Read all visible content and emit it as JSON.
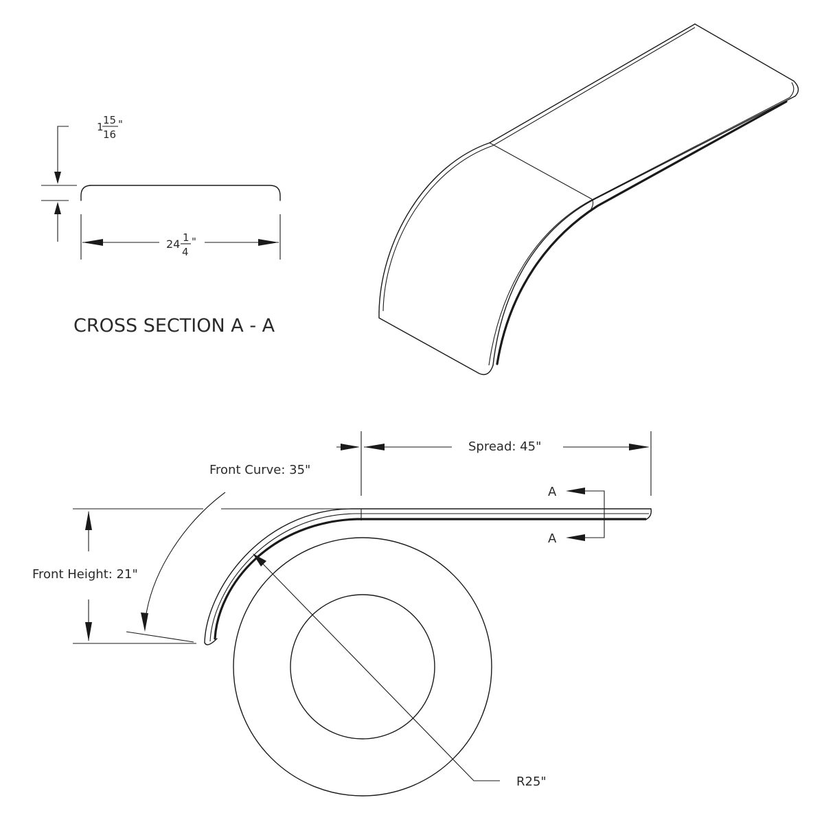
{
  "cross_section": {
    "title": "CROSS SECTION A - A",
    "height_whole": "1",
    "height_num": "15",
    "height_den": "16",
    "height_unit": "\"",
    "width_whole": "24",
    "width_num": "1",
    "width_den": "4",
    "width_unit": "\""
  },
  "side_view": {
    "spread_label": "Spread: 45\"",
    "front_curve_label": "Front Curve: 35\"",
    "front_height_label": "Front Height: 21\"",
    "radius_label": "R25\"",
    "section_mark_top": "A",
    "section_mark_bottom": "A"
  }
}
